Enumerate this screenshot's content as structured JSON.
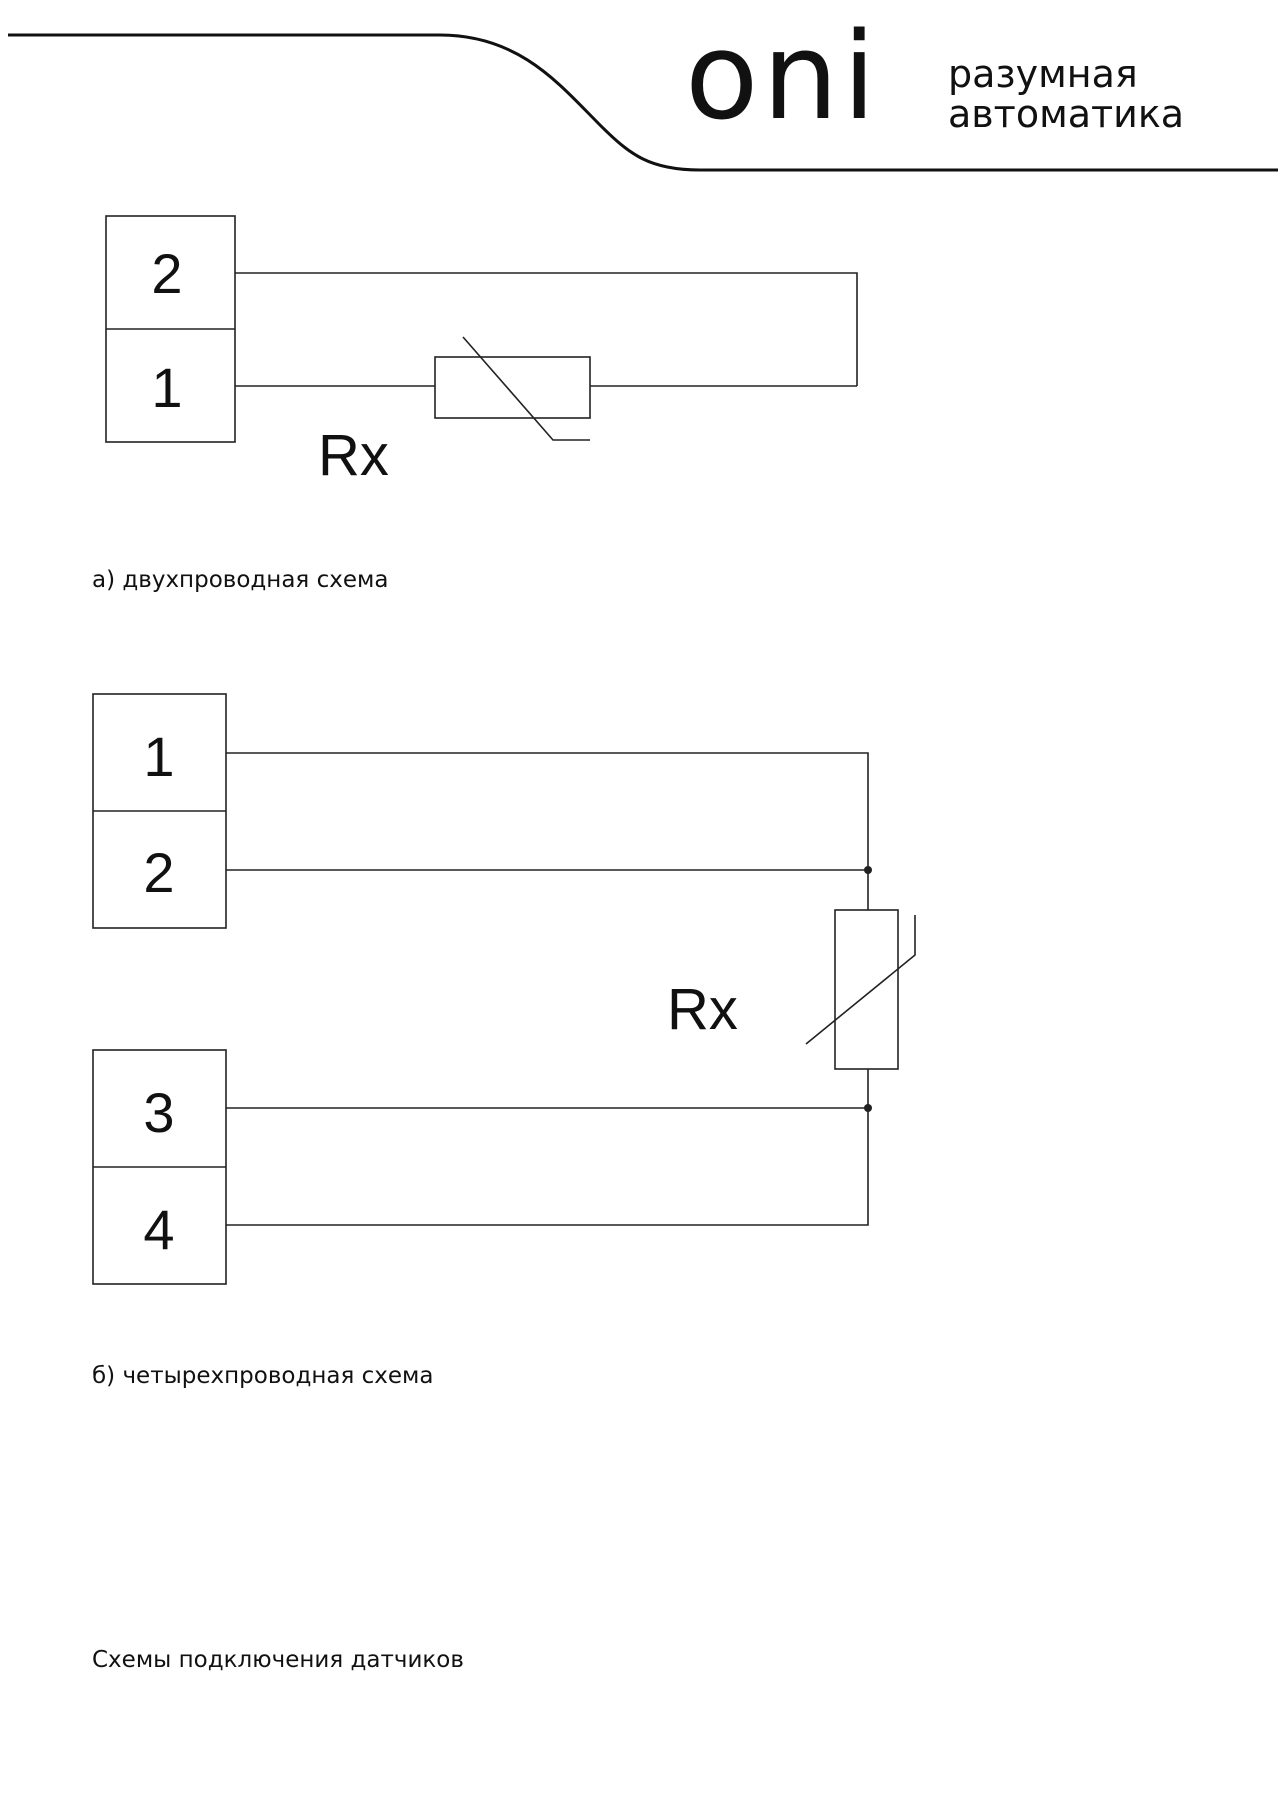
{
  "brand": {
    "logo": "oni",
    "tagline_line1": "разумная",
    "tagline_line2": "автоматика"
  },
  "diagram_a": {
    "terminals": [
      "2",
      "1"
    ],
    "resistor_label": "Rx",
    "caption": "а) двухпроводная схема"
  },
  "diagram_b": {
    "terminals_top": [
      "1",
      "2"
    ],
    "terminals_bottom": [
      "3",
      "4"
    ],
    "resistor_label": "Rx",
    "caption": "б) четырехпроводная схема"
  },
  "page_title": "Схемы подключения датчиков"
}
